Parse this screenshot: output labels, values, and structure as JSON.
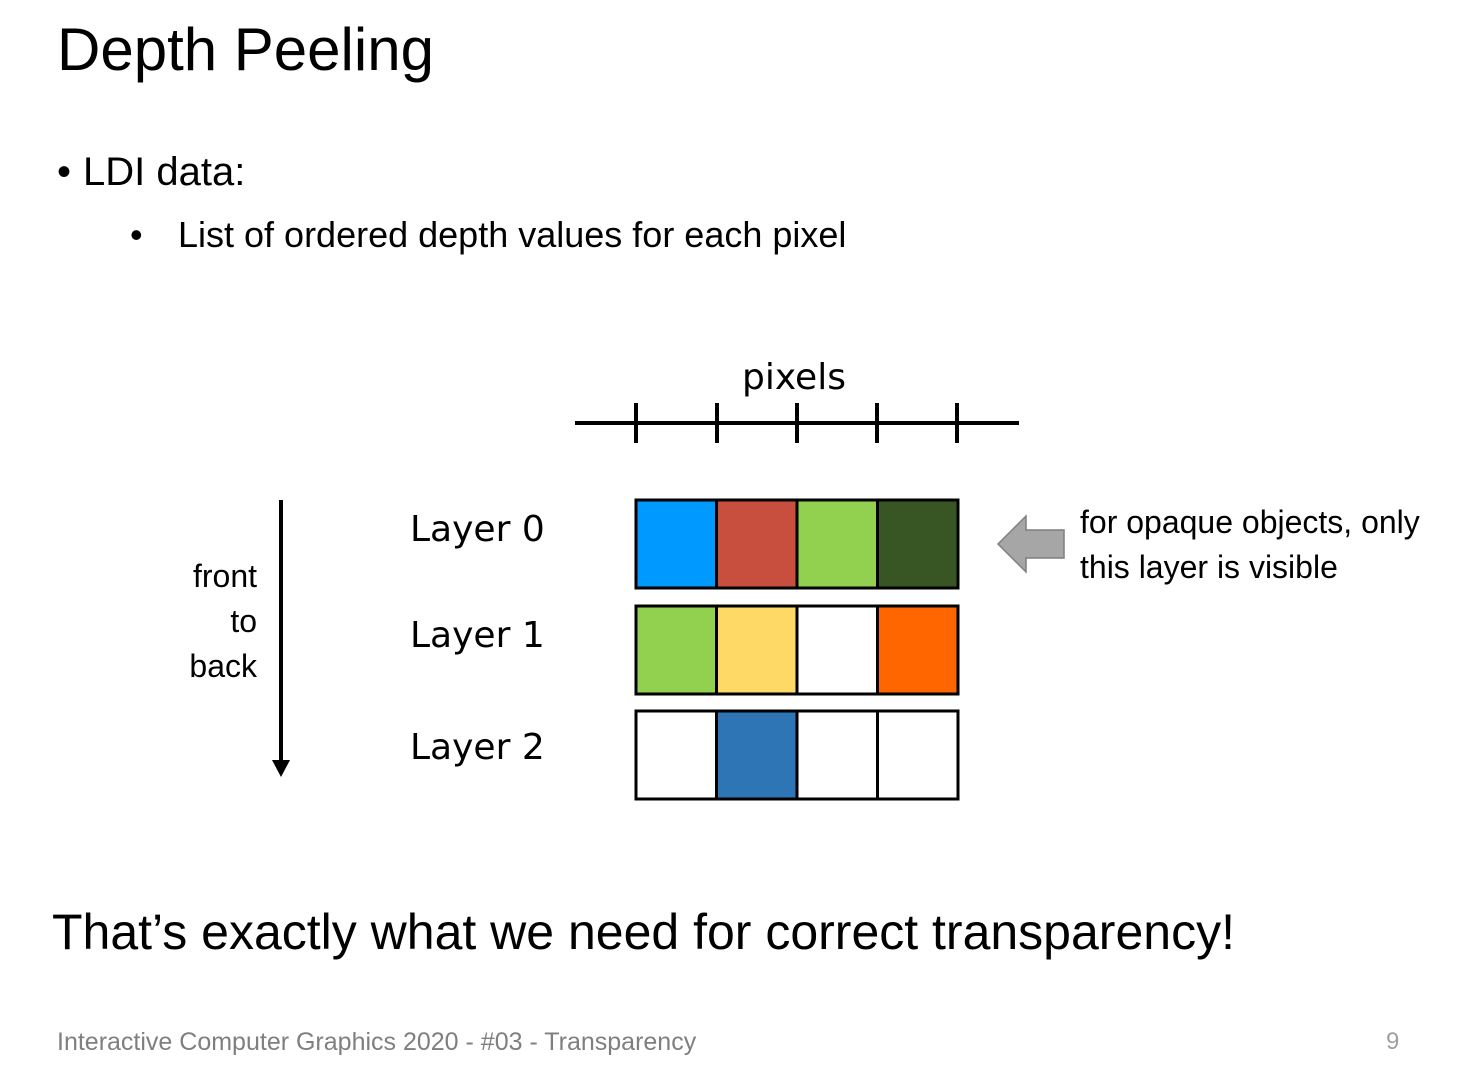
{
  "slide": {
    "title": "Depth Peeling",
    "bullet": "LDI data:",
    "bullet_glyph": "•",
    "sub_bullet": "List of ordered depth values for each pixel",
    "sub_bullet_glyph": "•",
    "conclusion": "That’s exactly what we need for correct transparency!",
    "footer": "Interactive Computer Graphics 2020 - #03 - Transparency",
    "page_number": "9"
  },
  "diagram": {
    "axis_label": "pixels",
    "direction_label": [
      "front",
      "to",
      "back"
    ],
    "note_lines": [
      "for opaque objects, only",
      "this layer is visible"
    ],
    "layers": [
      {
        "label": "Layer 0",
        "cells": [
          "#0099FF",
          "#C84F3E",
          "#92D050",
          "#375623"
        ]
      },
      {
        "label": "Layer 1",
        "cells": [
          "#92D050",
          "#FFD966",
          "#FFFFFF",
          "#FF6600"
        ]
      },
      {
        "label": "Layer 2",
        "cells": [
          "#FFFFFF",
          "#2E75B6",
          "#FFFFFF",
          "#FFFFFF"
        ]
      }
    ],
    "arrow_color": "#A6A6A6"
  }
}
